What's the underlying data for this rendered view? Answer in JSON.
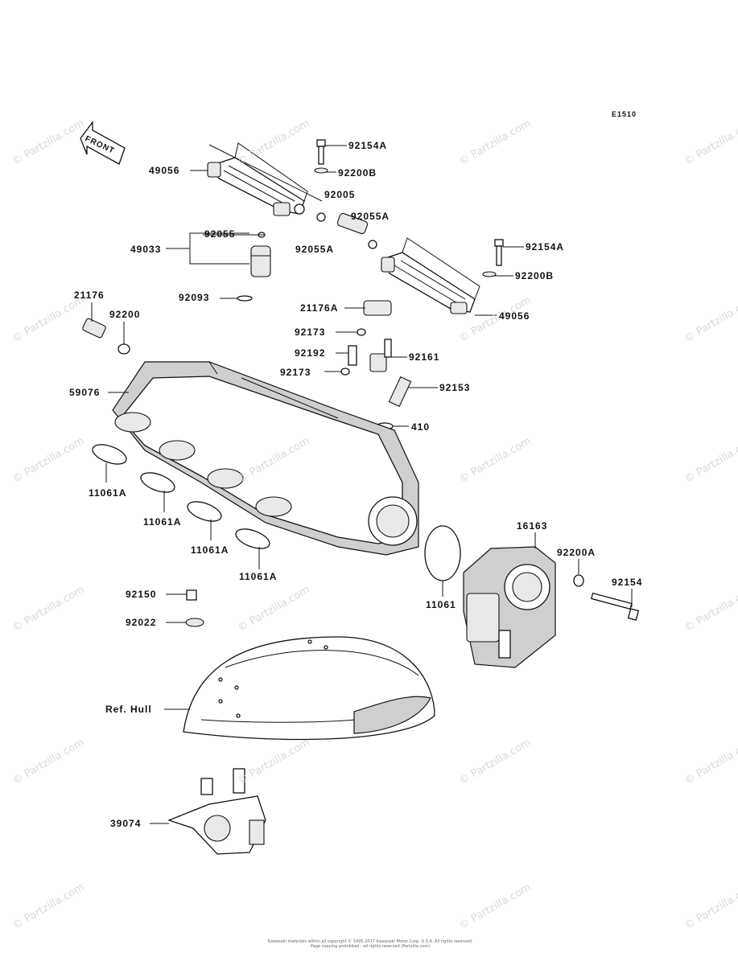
{
  "diagram_code": "E1510",
  "front_label": "FRONT",
  "watermark": "© Partzilla.com",
  "footer": {
    "line1": "Kawasaki materials within all copyright © 1995-2017 Kawasaki Motor Corp. U.S.A. All rights reserved.",
    "line2": "Page copying prohibited - all rights reserved (Partzilla.com)"
  },
  "part_labels": {
    "p92154A_top": "92154A",
    "p92200B_top": "92200B",
    "p49056_left": "49056",
    "p92005": "92005",
    "p92055A_right": "92055A",
    "p92055": "92055",
    "p49033": "49033",
    "p92055A_left": "92055A",
    "p92154A_right": "92154A",
    "p92200B_right": "92200B",
    "p92093": "92093",
    "p21176": "21176",
    "p92200": "92200",
    "p21176A": "21176A",
    "p49056_right": "49056",
    "p92173_top": "92173",
    "p92192": "92192",
    "p92161": "92161",
    "p92173_bottom": "92173",
    "p59076": "59076",
    "p92153": "92153",
    "p410": "410",
    "p11061A_1": "11061A",
    "p11061A_2": "11061A",
    "p11061A_3": "11061A",
    "p11061A_4": "11061A",
    "p16163": "16163",
    "p92200A": "92200A",
    "p92154": "92154",
    "p11061": "11061",
    "p92150": "92150",
    "p92022": "92022",
    "ref_hull": "Ref. Hull",
    "p39074": "39074"
  }
}
